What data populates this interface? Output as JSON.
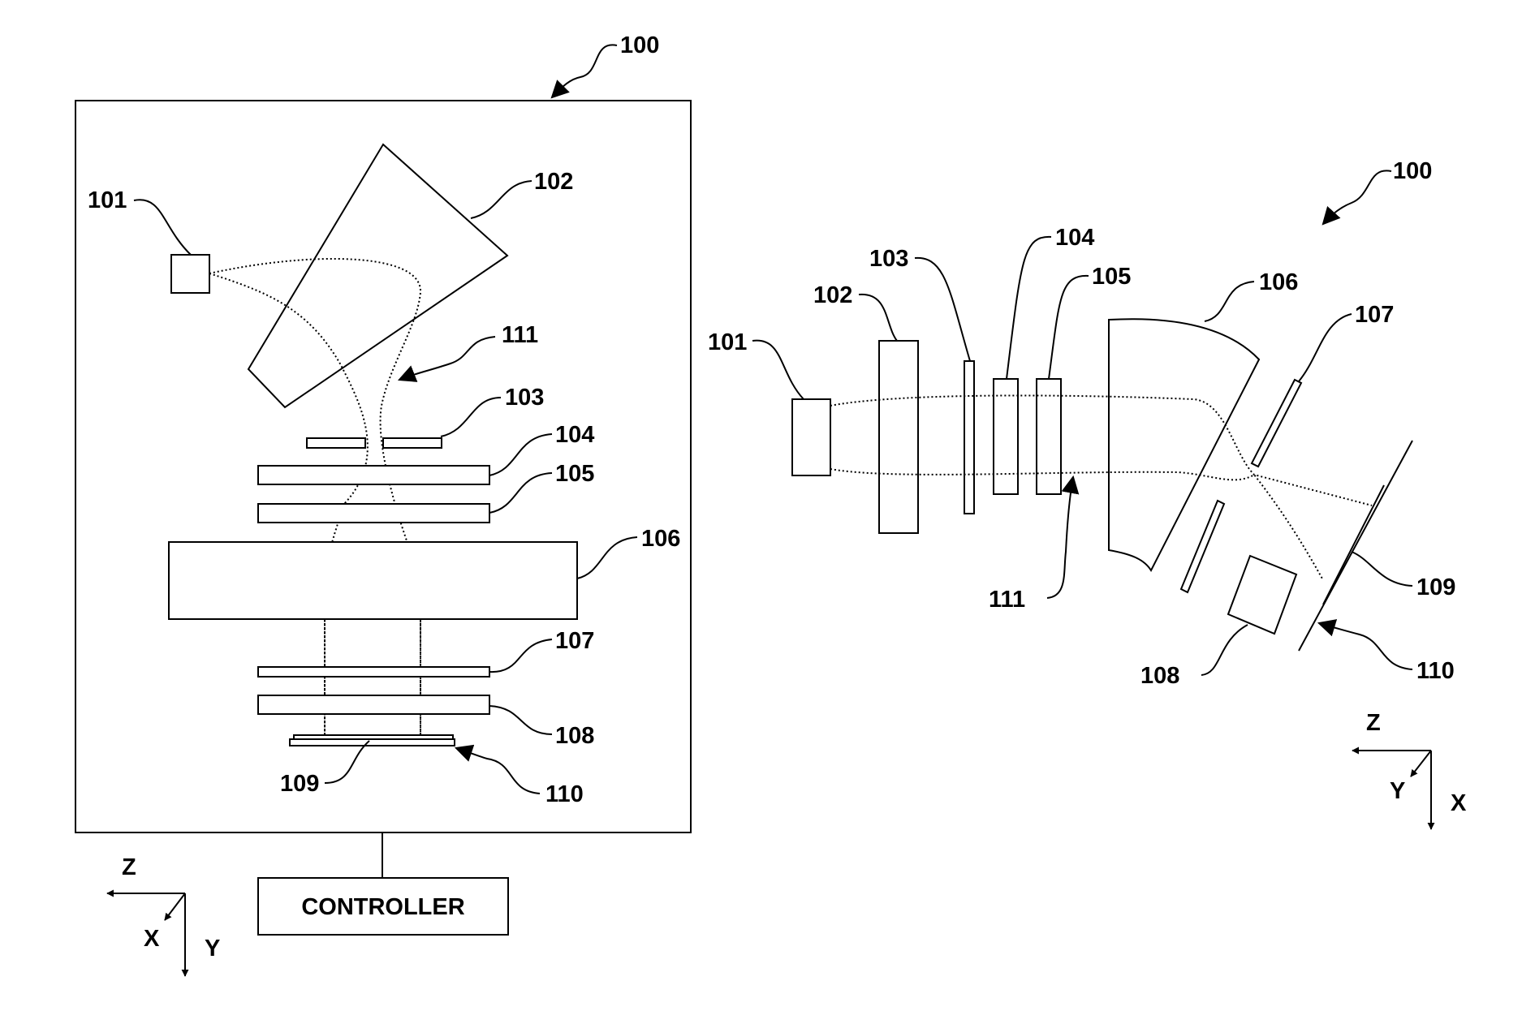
{
  "left_view": {
    "system_label": "100",
    "controller_label": "CONTROLLER",
    "labels": {
      "l101": "101",
      "l102": "102",
      "l103": "103",
      "l104": "104",
      "l105": "105",
      "l106": "106",
      "l107": "107",
      "l108": "108",
      "l109": "109",
      "l110": "110",
      "l111": "111"
    },
    "axes": {
      "z": "Z",
      "x": "X",
      "y": "Y"
    }
  },
  "right_view": {
    "system_label": "100",
    "labels": {
      "l101": "101",
      "l102": "102",
      "l103": "103",
      "l104": "104",
      "l105": "105",
      "l106": "106",
      "l107": "107",
      "l108": "108",
      "l109": "109",
      "l110": "110",
      "l111": "111"
    },
    "axes": {
      "z": "Z",
      "y": "Y",
      "x": "X"
    }
  }
}
